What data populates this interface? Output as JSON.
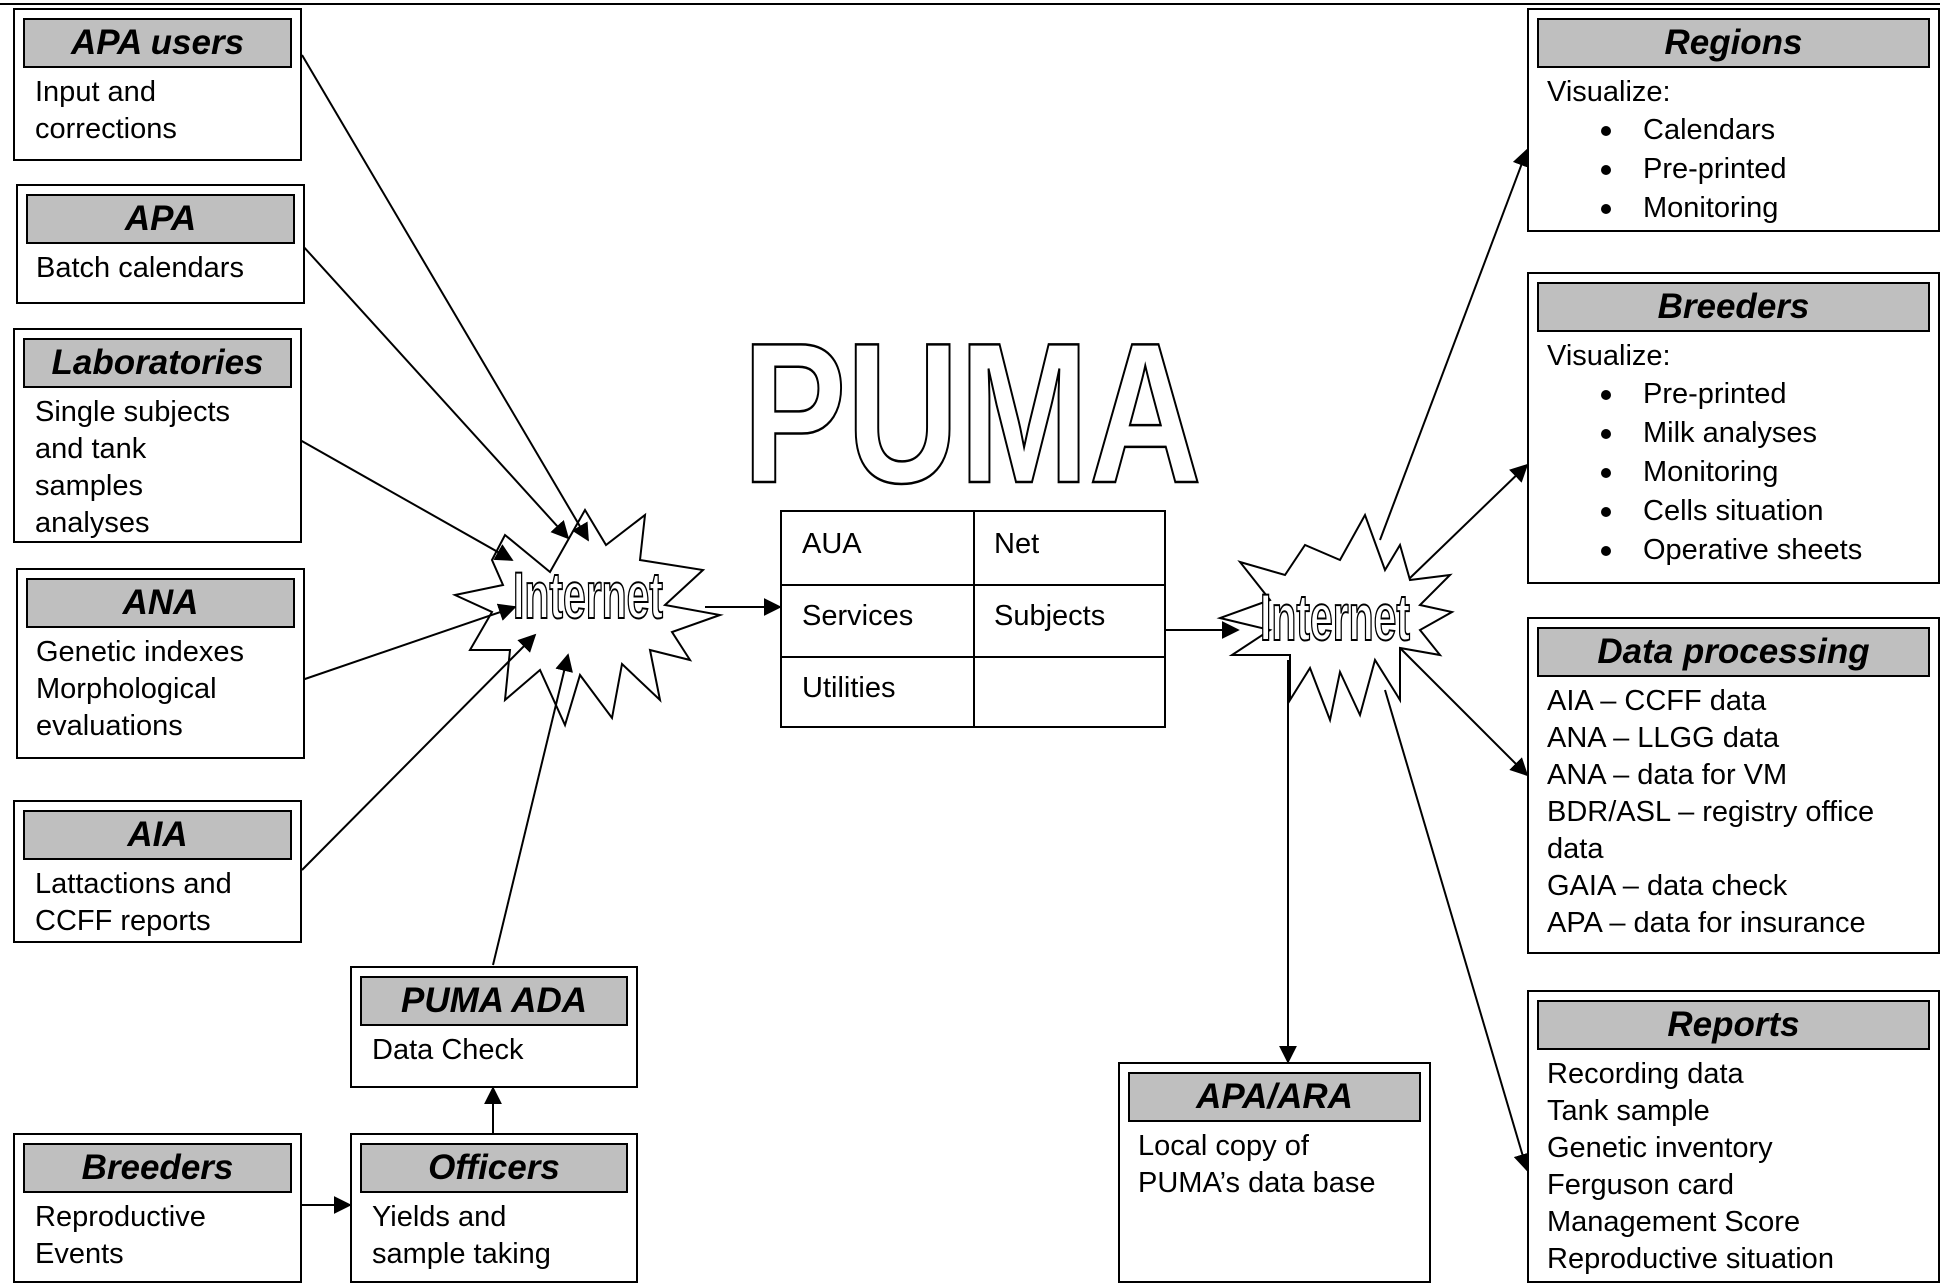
{
  "colors": {
    "header_fill": "#bfbfbf",
    "line": "#000000",
    "background": "#ffffff"
  },
  "center": {
    "title": "PUMA",
    "cells": [
      [
        "AUA",
        "Net"
      ],
      [
        "Services",
        "Subjects"
      ],
      [
        "Utilities",
        ""
      ]
    ]
  },
  "internet_left": "Internet",
  "internet_right": "Internet",
  "sources": {
    "apa_users": {
      "title": "APA users",
      "lines": [
        "Input and",
        "corrections"
      ]
    },
    "apa": {
      "title": "APA",
      "lines": [
        "Batch calendars"
      ]
    },
    "laboratories": {
      "title": "Laboratories",
      "lines": [
        "Single subjects",
        "and tank",
        "samples",
        "analyses"
      ]
    },
    "ana": {
      "title": "ANA",
      "lines": [
        "Genetic indexes",
        "Morphological",
        "evaluations"
      ]
    },
    "aia": {
      "title": "AIA",
      "lines": [
        "Lattactions and",
        "CCFF reports"
      ]
    },
    "puma_ada": {
      "title": "PUMA ADA",
      "lines": [
        "Data Check"
      ]
    },
    "breeders_src": {
      "title": "Breeders",
      "lines": [
        "Reproductive",
        "Events"
      ]
    },
    "officers": {
      "title": "Officers",
      "lines": [
        "Yields and",
        "sample taking"
      ]
    }
  },
  "outputs": {
    "regions": {
      "title": "Regions",
      "intro": "Visualize:",
      "items": [
        "Calendars",
        "Pre-printed",
        "Monitoring"
      ]
    },
    "breeders_out": {
      "title": "Breeders",
      "intro": "Visualize:",
      "items": [
        "Pre-printed",
        "Milk analyses",
        "Monitoring",
        "Cells situation",
        "Operative sheets"
      ]
    },
    "data_processing": {
      "title": "Data processing",
      "lines": [
        "AIA – CCFF data",
        "ANA – LLGG data",
        "ANA – data for VM",
        "BDR/ASL – registry office",
        "data",
        "GAIA – data check",
        "APA – data for insurance"
      ]
    },
    "reports": {
      "title": "Reports",
      "lines": [
        "Recording data",
        "Tank sample",
        "Genetic inventory",
        "Ferguson card",
        "Management Score",
        "Reproductive situation"
      ]
    },
    "apa_ara": {
      "title": "APA/ARA",
      "lines": [
        "Local copy of",
        "PUMA’s data base"
      ]
    }
  }
}
